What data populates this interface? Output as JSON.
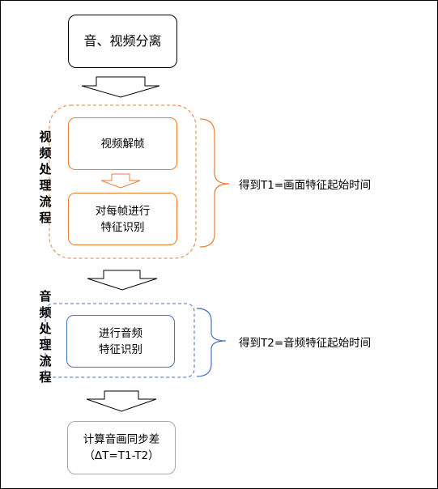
{
  "nodes": {
    "separate": "音、视频分离",
    "video_decode": "视频解帧",
    "frame_feature": "对每帧进行\n特征识别",
    "audio_feature": "进行音频\n特征识别",
    "sync_diff": "计算音画同步差\n（ΔT=T1-T2）"
  },
  "groups": {
    "video": "视频处理流程",
    "audio": "音频处理流程"
  },
  "notes": {
    "t1": "得到T1=画面特征起始时间",
    "t2": "得到T2=音频特征起始时间"
  },
  "colors": {
    "video_accent": "#ED7D31",
    "audio_accent": "#4472C4",
    "result_border": "#A6A6A6"
  }
}
